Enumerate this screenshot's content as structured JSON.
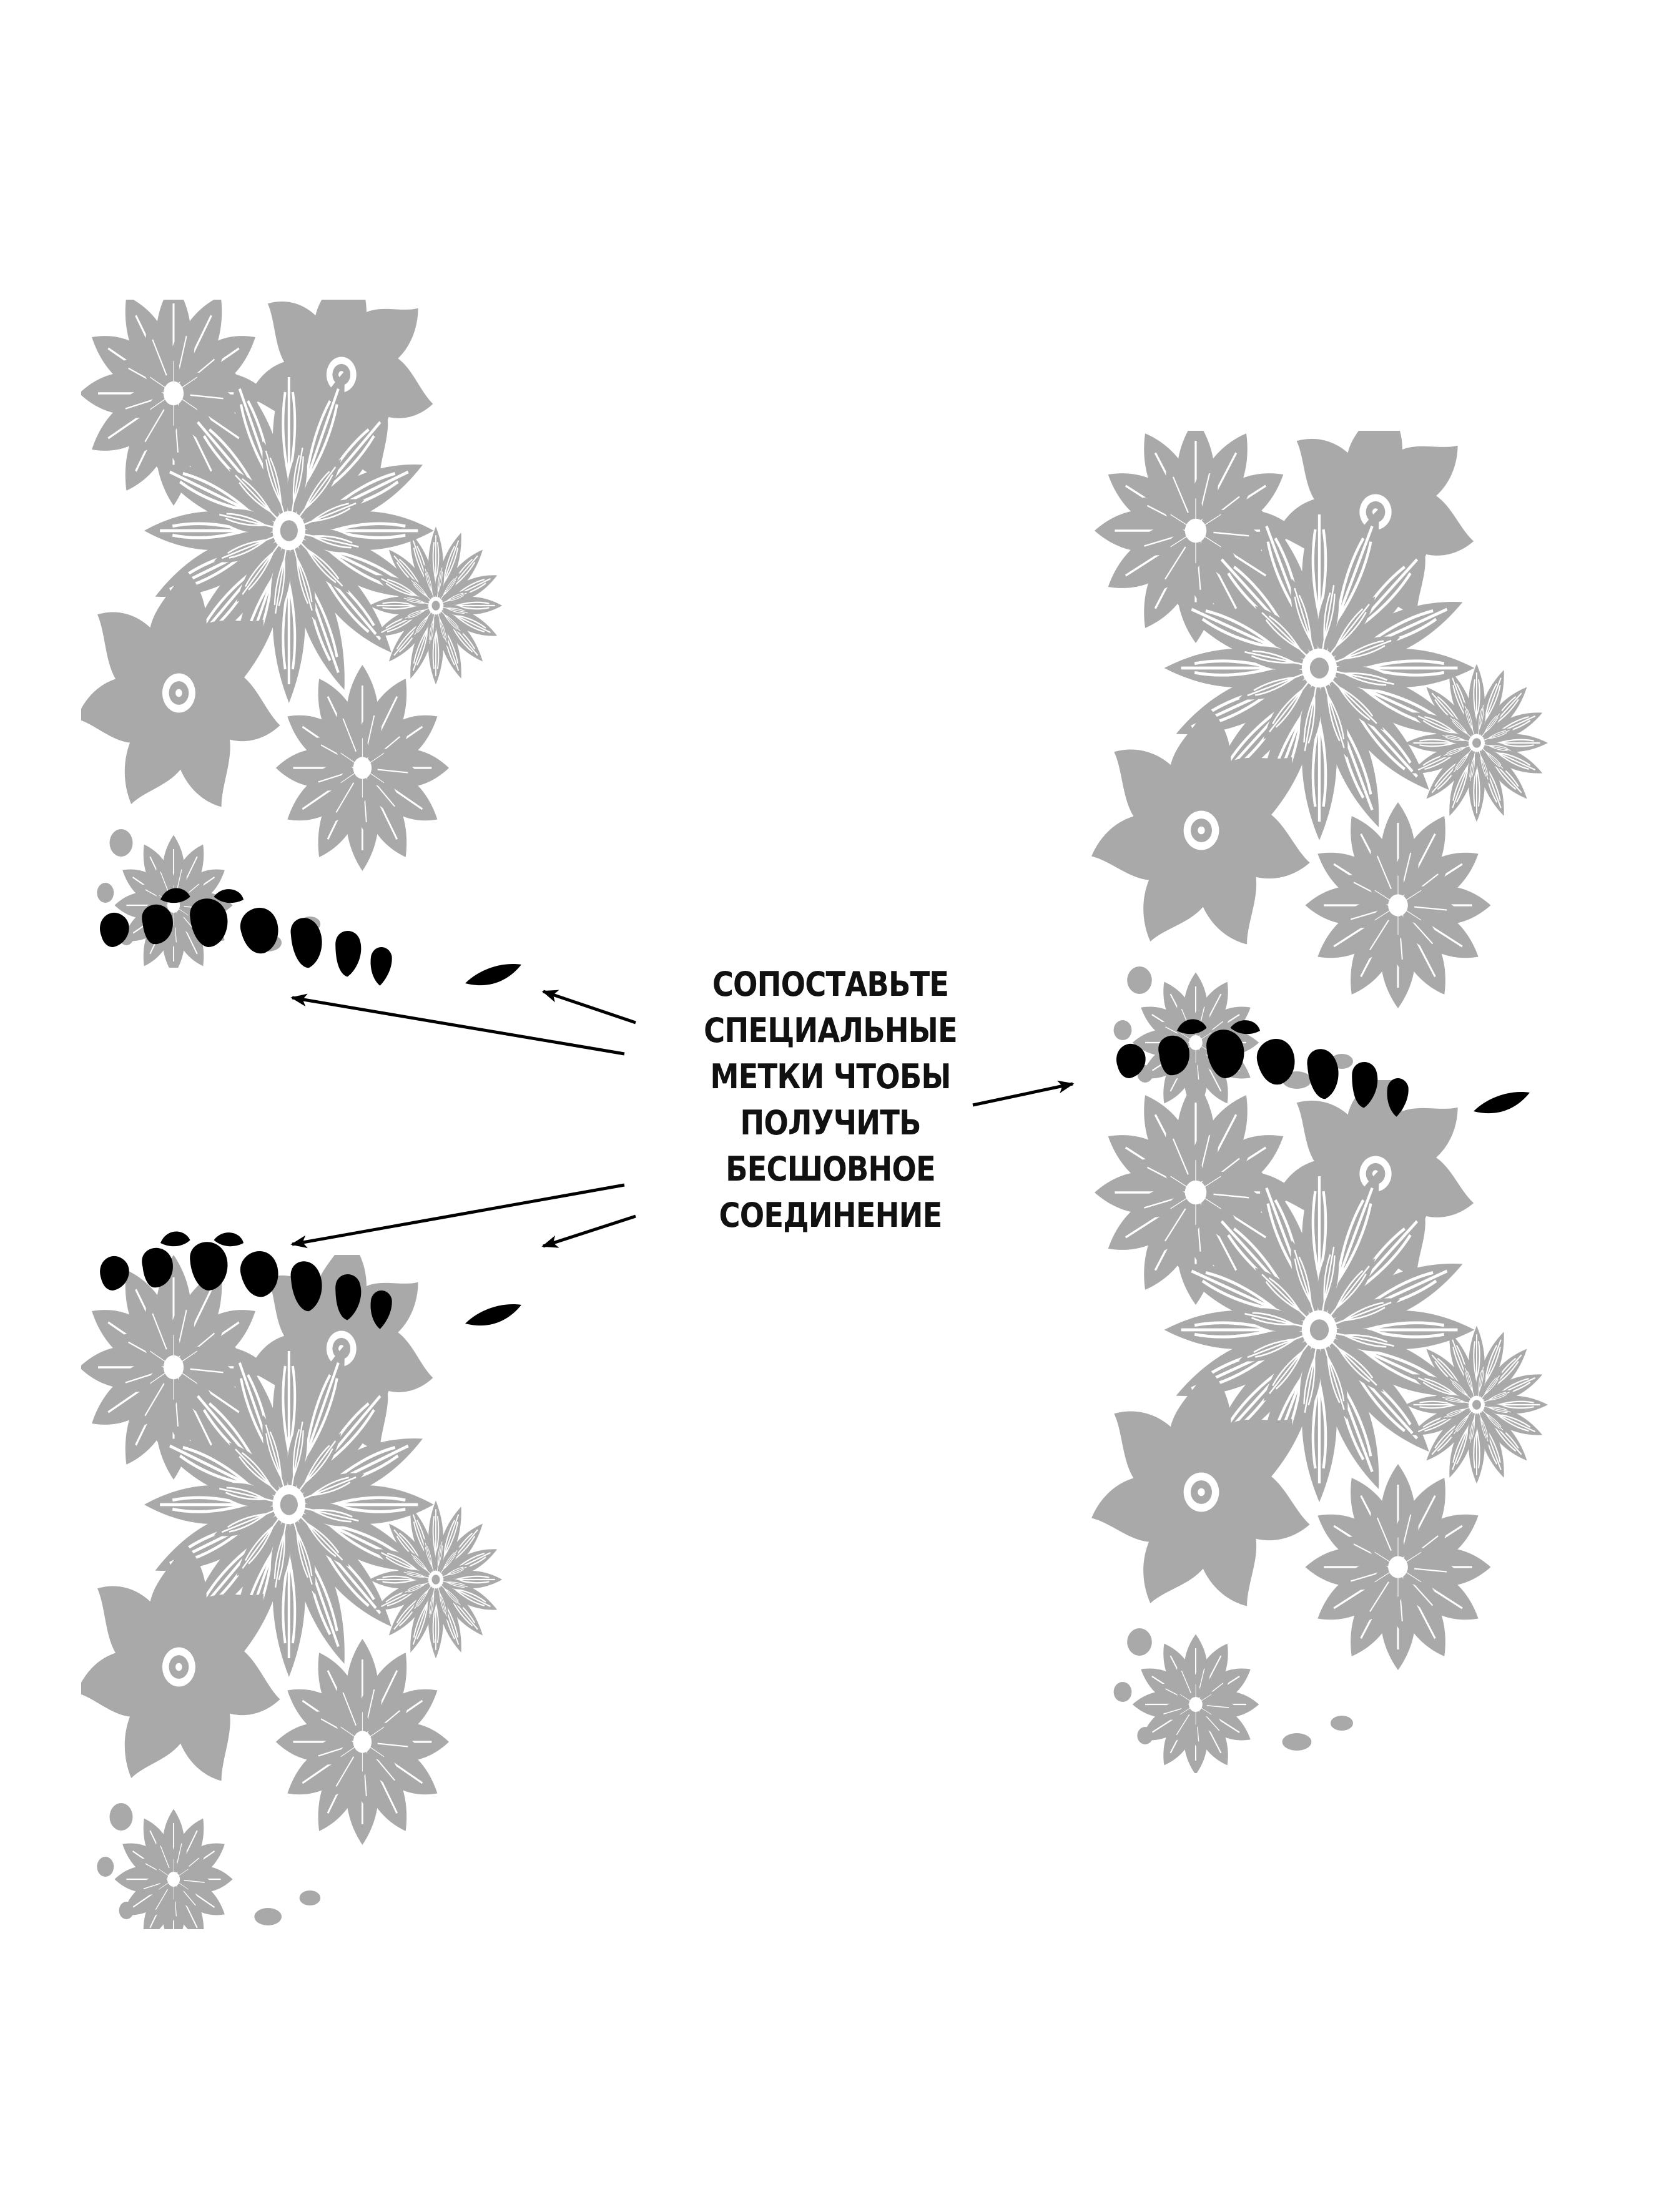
{
  "instruction": {
    "lines": [
      "СОПОСТАВЬТЕ",
      "СПЕЦИАЛЬНЫЕ",
      "МЕТКИ ЧТОБЫ",
      "ПОЛУЧИТЬ",
      "БЕСШОВНОЕ",
      "СОЕДИНЕНИЕ"
    ]
  },
  "colors": {
    "pattern": "#a9a9a9",
    "vein": "#ffffff",
    "marker": "#000000",
    "arrow": "#000000",
    "background": "#ffffff"
  },
  "panels": [
    {
      "id": "panel-top-left",
      "marker_edge": "bottom"
    },
    {
      "id": "panel-bottom-left",
      "marker_edge": "top"
    },
    {
      "id": "panel-right-joined",
      "marker_edge": "middle"
    }
  ],
  "icons": [
    "dahlia-flower-icon",
    "chrysanthemum-flower-icon",
    "succulent-flower-icon",
    "alignment-marker-icon",
    "arrow-icon"
  ]
}
